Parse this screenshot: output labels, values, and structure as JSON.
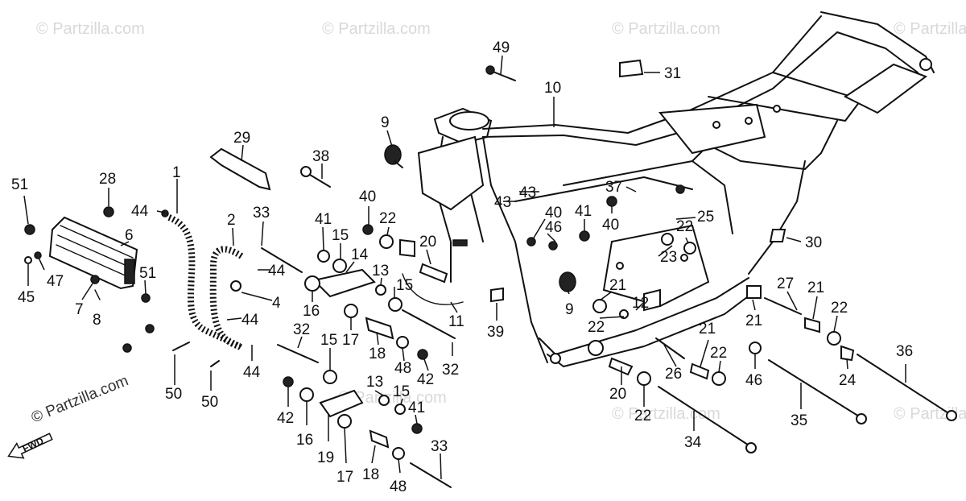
{
  "watermark": {
    "text": "© Partzilla.com",
    "bottom_left_text": "© Partzilla.com"
  },
  "fwd_label": "FWD",
  "callouts": [
    {
      "id": "c51a",
      "label": "51"
    },
    {
      "id": "c28",
      "label": "28"
    },
    {
      "id": "c44a",
      "label": "44"
    },
    {
      "id": "c1",
      "label": "1"
    },
    {
      "id": "c29",
      "label": "29"
    },
    {
      "id": "c38",
      "label": "38"
    },
    {
      "id": "c9a",
      "label": "9"
    },
    {
      "id": "c49",
      "label": "49"
    },
    {
      "id": "c10",
      "label": "10"
    },
    {
      "id": "c31",
      "label": "31"
    },
    {
      "id": "c6",
      "label": "6"
    },
    {
      "id": "c47",
      "label": "47"
    },
    {
      "id": "c45",
      "label": "45"
    },
    {
      "id": "c51b",
      "label": "51"
    },
    {
      "id": "c7",
      "label": "7"
    },
    {
      "id": "c8",
      "label": "8"
    },
    {
      "id": "c2",
      "label": "2"
    },
    {
      "id": "c33a",
      "label": "33"
    },
    {
      "id": "c44b",
      "label": "44"
    },
    {
      "id": "c4",
      "label": "4"
    },
    {
      "id": "c44c",
      "label": "44"
    },
    {
      "id": "c44d",
      "label": "44"
    },
    {
      "id": "c50a",
      "label": "50"
    },
    {
      "id": "c50b",
      "label": "50"
    },
    {
      "id": "c40a",
      "label": "40"
    },
    {
      "id": "c41a",
      "label": "41"
    },
    {
      "id": "c22a",
      "label": "22"
    },
    {
      "id": "c15a",
      "label": "15"
    },
    {
      "id": "c14",
      "label": "14"
    },
    {
      "id": "c20a",
      "label": "20"
    },
    {
      "id": "c13a",
      "label": "13"
    },
    {
      "id": "c15b",
      "label": "15"
    },
    {
      "id": "c16a",
      "label": "16"
    },
    {
      "id": "c17a",
      "label": "17"
    },
    {
      "id": "c18a",
      "label": "18"
    },
    {
      "id": "c11",
      "label": "11"
    },
    {
      "id": "c48a",
      "label": "48"
    },
    {
      "id": "c42a",
      "label": "42"
    },
    {
      "id": "c32a",
      "label": "32"
    },
    {
      "id": "c32b",
      "label": "32"
    },
    {
      "id": "c15c",
      "label": "15"
    },
    {
      "id": "c13b",
      "label": "13"
    },
    {
      "id": "c15d",
      "label": "15"
    },
    {
      "id": "c41b",
      "label": "41"
    },
    {
      "id": "c42b",
      "label": "42"
    },
    {
      "id": "c16b",
      "label": "16"
    },
    {
      "id": "c19",
      "label": "19"
    },
    {
      "id": "c17b",
      "label": "17"
    },
    {
      "id": "c18b",
      "label": "18"
    },
    {
      "id": "c48b",
      "label": "48"
    },
    {
      "id": "c33b",
      "label": "33"
    },
    {
      "id": "c43a",
      "label": "43"
    },
    {
      "id": "c43b",
      "label": "43"
    },
    {
      "id": "c40b",
      "label": "40"
    },
    {
      "id": "c46",
      "label": "46"
    },
    {
      "id": "c37",
      "label": "37"
    },
    {
      "id": "c41c",
      "label": "41"
    },
    {
      "id": "c40c",
      "label": "40"
    },
    {
      "id": "c22b",
      "label": "22"
    },
    {
      "id": "c25",
      "label": "25"
    },
    {
      "id": "c30",
      "label": "30"
    },
    {
      "id": "c23",
      "label": "23"
    },
    {
      "id": "c9b",
      "label": "9"
    },
    {
      "id": "c39",
      "label": "39"
    },
    {
      "id": "c21a",
      "label": "21"
    },
    {
      "id": "c12",
      "label": "12"
    },
    {
      "id": "c22c",
      "label": "22"
    },
    {
      "id": "c27",
      "label": "27"
    },
    {
      "id": "c21b",
      "label": "21"
    },
    {
      "id": "c21c",
      "label": "21"
    },
    {
      "id": "c22d",
      "label": "22"
    },
    {
      "id": "c21d",
      "label": "21"
    },
    {
      "id": "c22e",
      "label": "22"
    },
    {
      "id": "c26",
      "label": "26"
    },
    {
      "id": "c20b",
      "label": "20"
    },
    {
      "id": "c22f",
      "label": "22"
    },
    {
      "id": "c46b",
      "label": "46"
    },
    {
      "id": "c24",
      "label": "24"
    },
    {
      "id": "c36",
      "label": "36"
    },
    {
      "id": "c35",
      "label": "35"
    },
    {
      "id": "c34",
      "label": "34"
    }
  ]
}
